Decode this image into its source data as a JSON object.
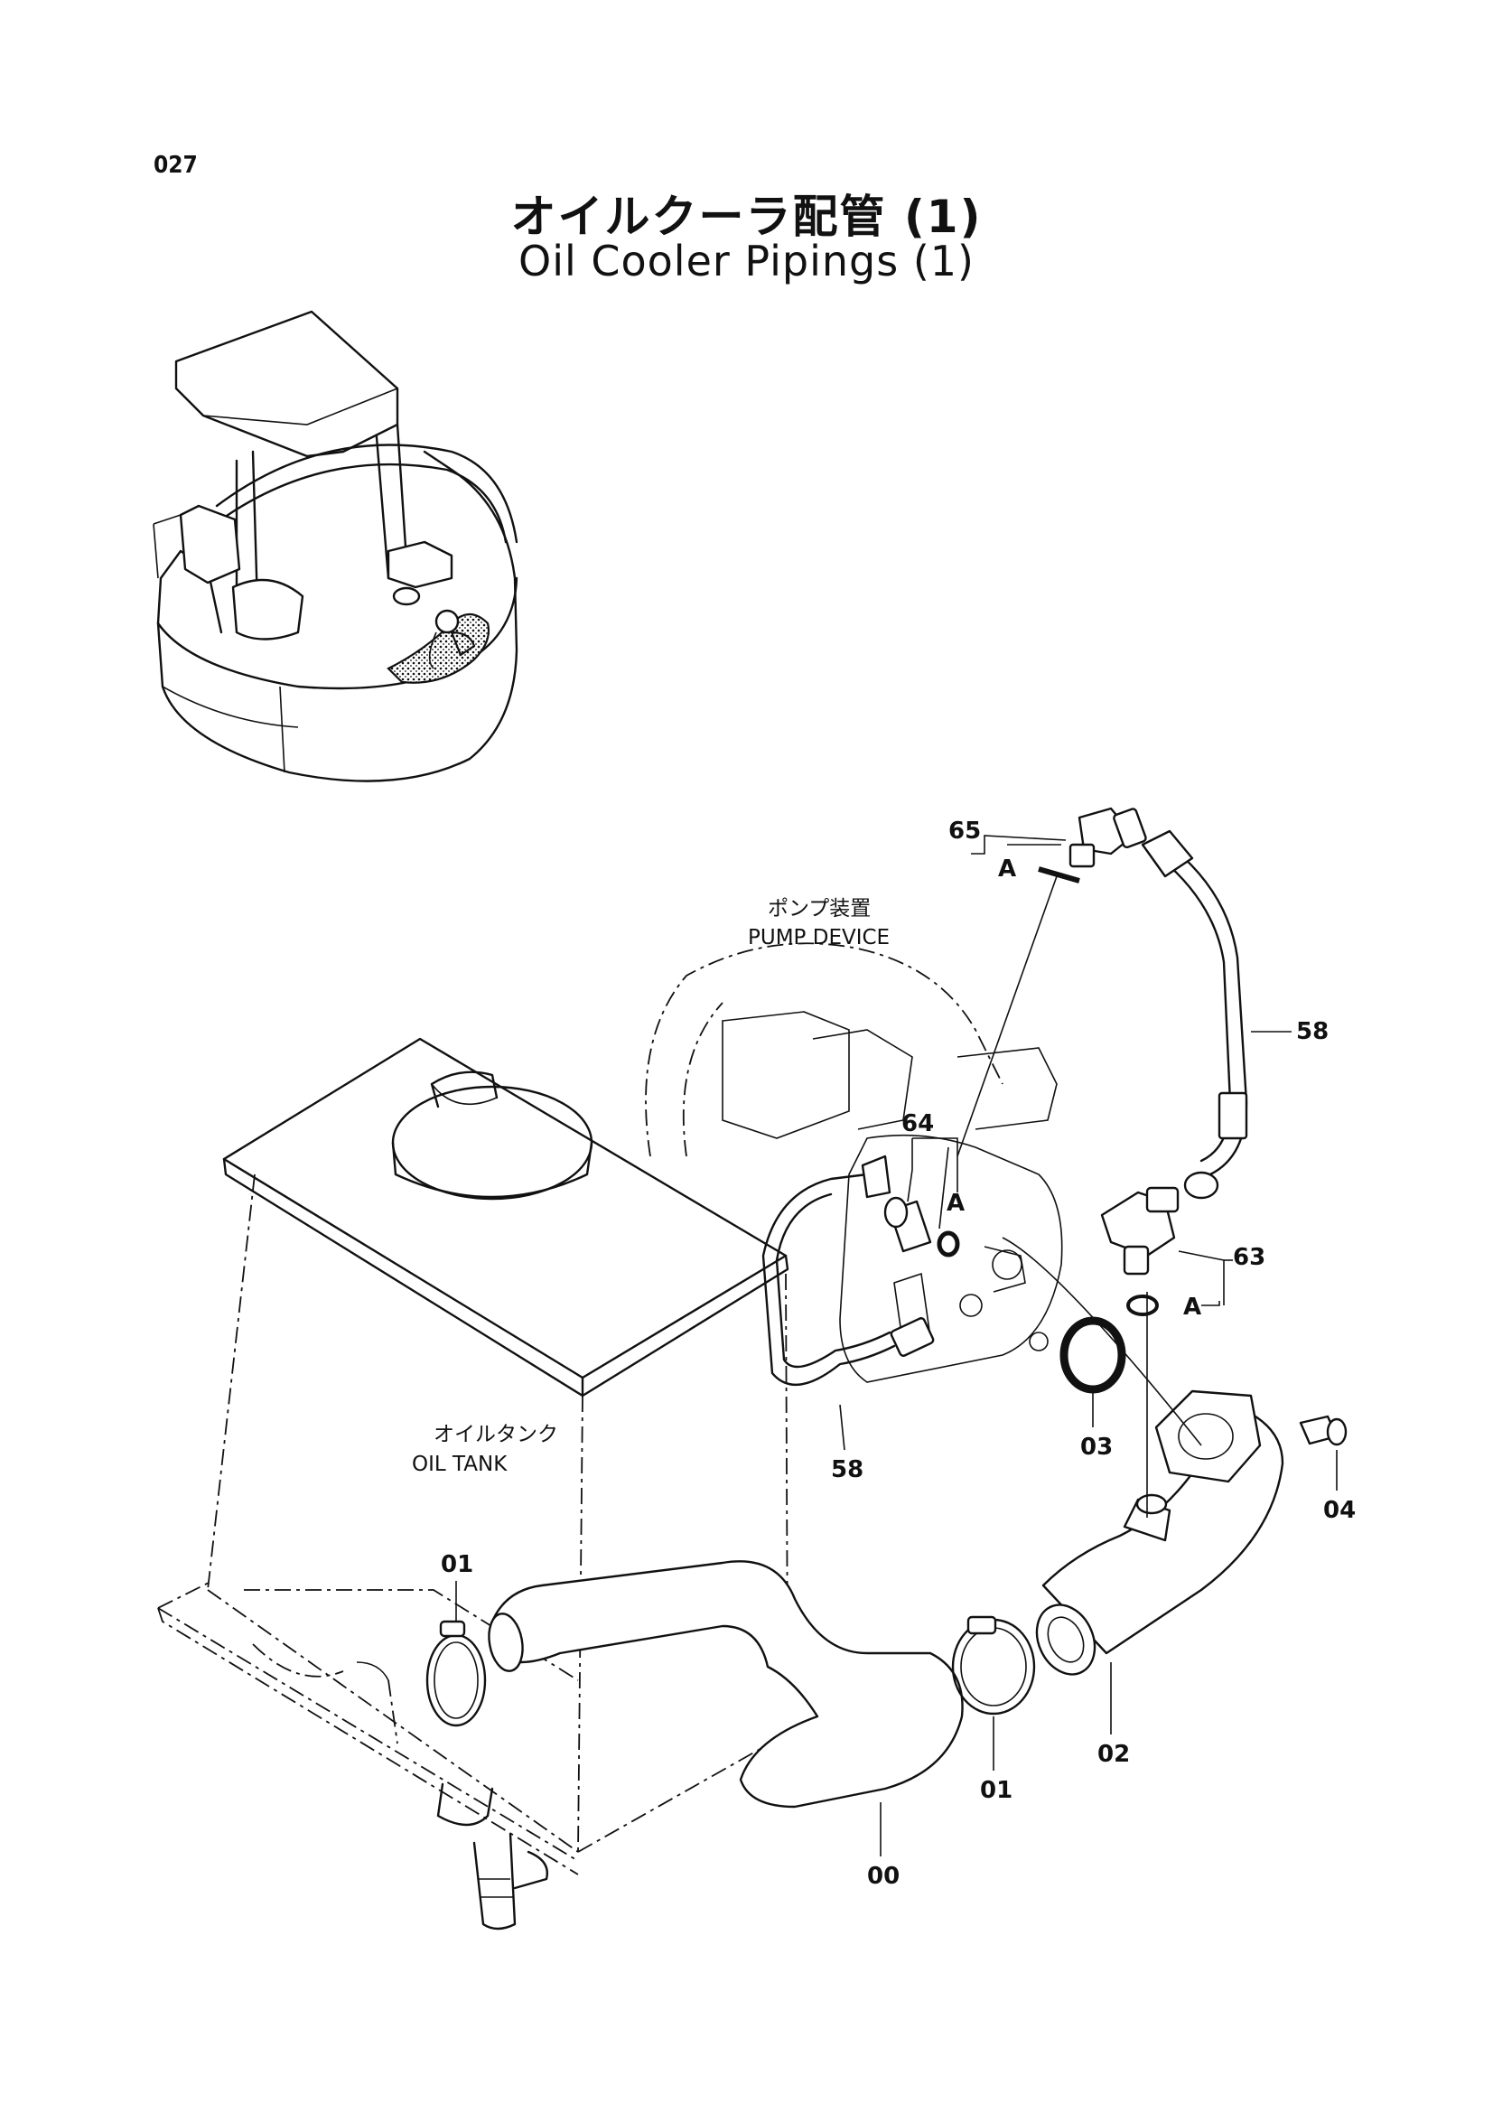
{
  "page_number": "027",
  "title_jp": "オイルクーラ配管 (1)",
  "title_en": "Oil Cooler Pipings (1)",
  "assemblies": {
    "pump_device_jp": "ポンプ装置",
    "pump_device_en": "PUMP DEVICE",
    "oil_tank_jp": "オイルタンク",
    "oil_tank_en": "OIL TANK"
  },
  "part_labels": {
    "p65": "65",
    "p64": "64",
    "p63": "63",
    "p58_top": "58",
    "p58_bottom": "58",
    "p03": "03",
    "p04": "04",
    "p01_left": "01",
    "p01_right": "01",
    "p02": "02",
    "p00": "00",
    "ref_a_top": "A",
    "ref_a_mid": "A",
    "ref_a_right": "A"
  }
}
